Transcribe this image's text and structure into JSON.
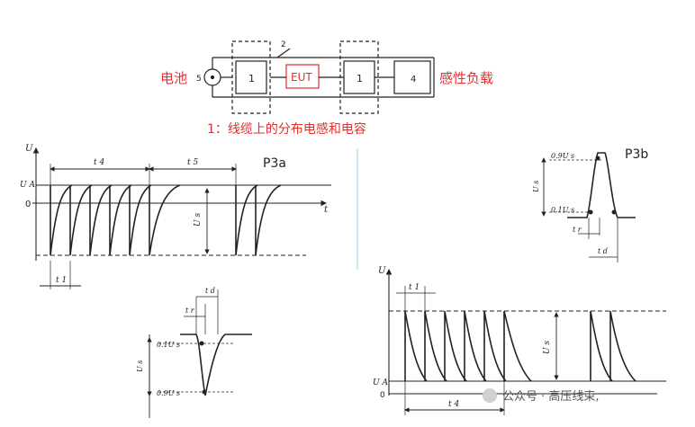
{
  "circuit": {
    "label_battery": "电池",
    "label_load": "感性负载",
    "caption": "1：线缆上的分布电感和电容",
    "box_left": "1",
    "box_mid": "1",
    "eut": "EUT",
    "switch_num": "2",
    "source_num": "5",
    "load_num": "4"
  },
  "p3a": {
    "title": "P3a",
    "axis_u": "U",
    "axis_t": "t",
    "axis_zero": "0",
    "label_ua": "U A",
    "label_us": "U s",
    "label_t4": "t 4",
    "label_t5": "t 5",
    "label_t1": "t 1"
  },
  "p3a_detail": {
    "label_tr": "t r",
    "label_td": "t d",
    "label_01": "0.1U s",
    "label_09": "0.9U s",
    "label_us": "U s"
  },
  "p3b": {
    "title": "P3b",
    "label_09": "0.9U s",
    "label_01": "0.1U s",
    "label_us": "U s",
    "label_tr": "t r",
    "label_td": "t d"
  },
  "p3b_train": {
    "axis_u": "U",
    "axis_zero": "0",
    "label_ua": "U A",
    "label_us": "U s",
    "label_t1": "t 1",
    "label_t4": "t 4"
  },
  "watermark": {
    "text": "公众号 · 高压线束,"
  }
}
